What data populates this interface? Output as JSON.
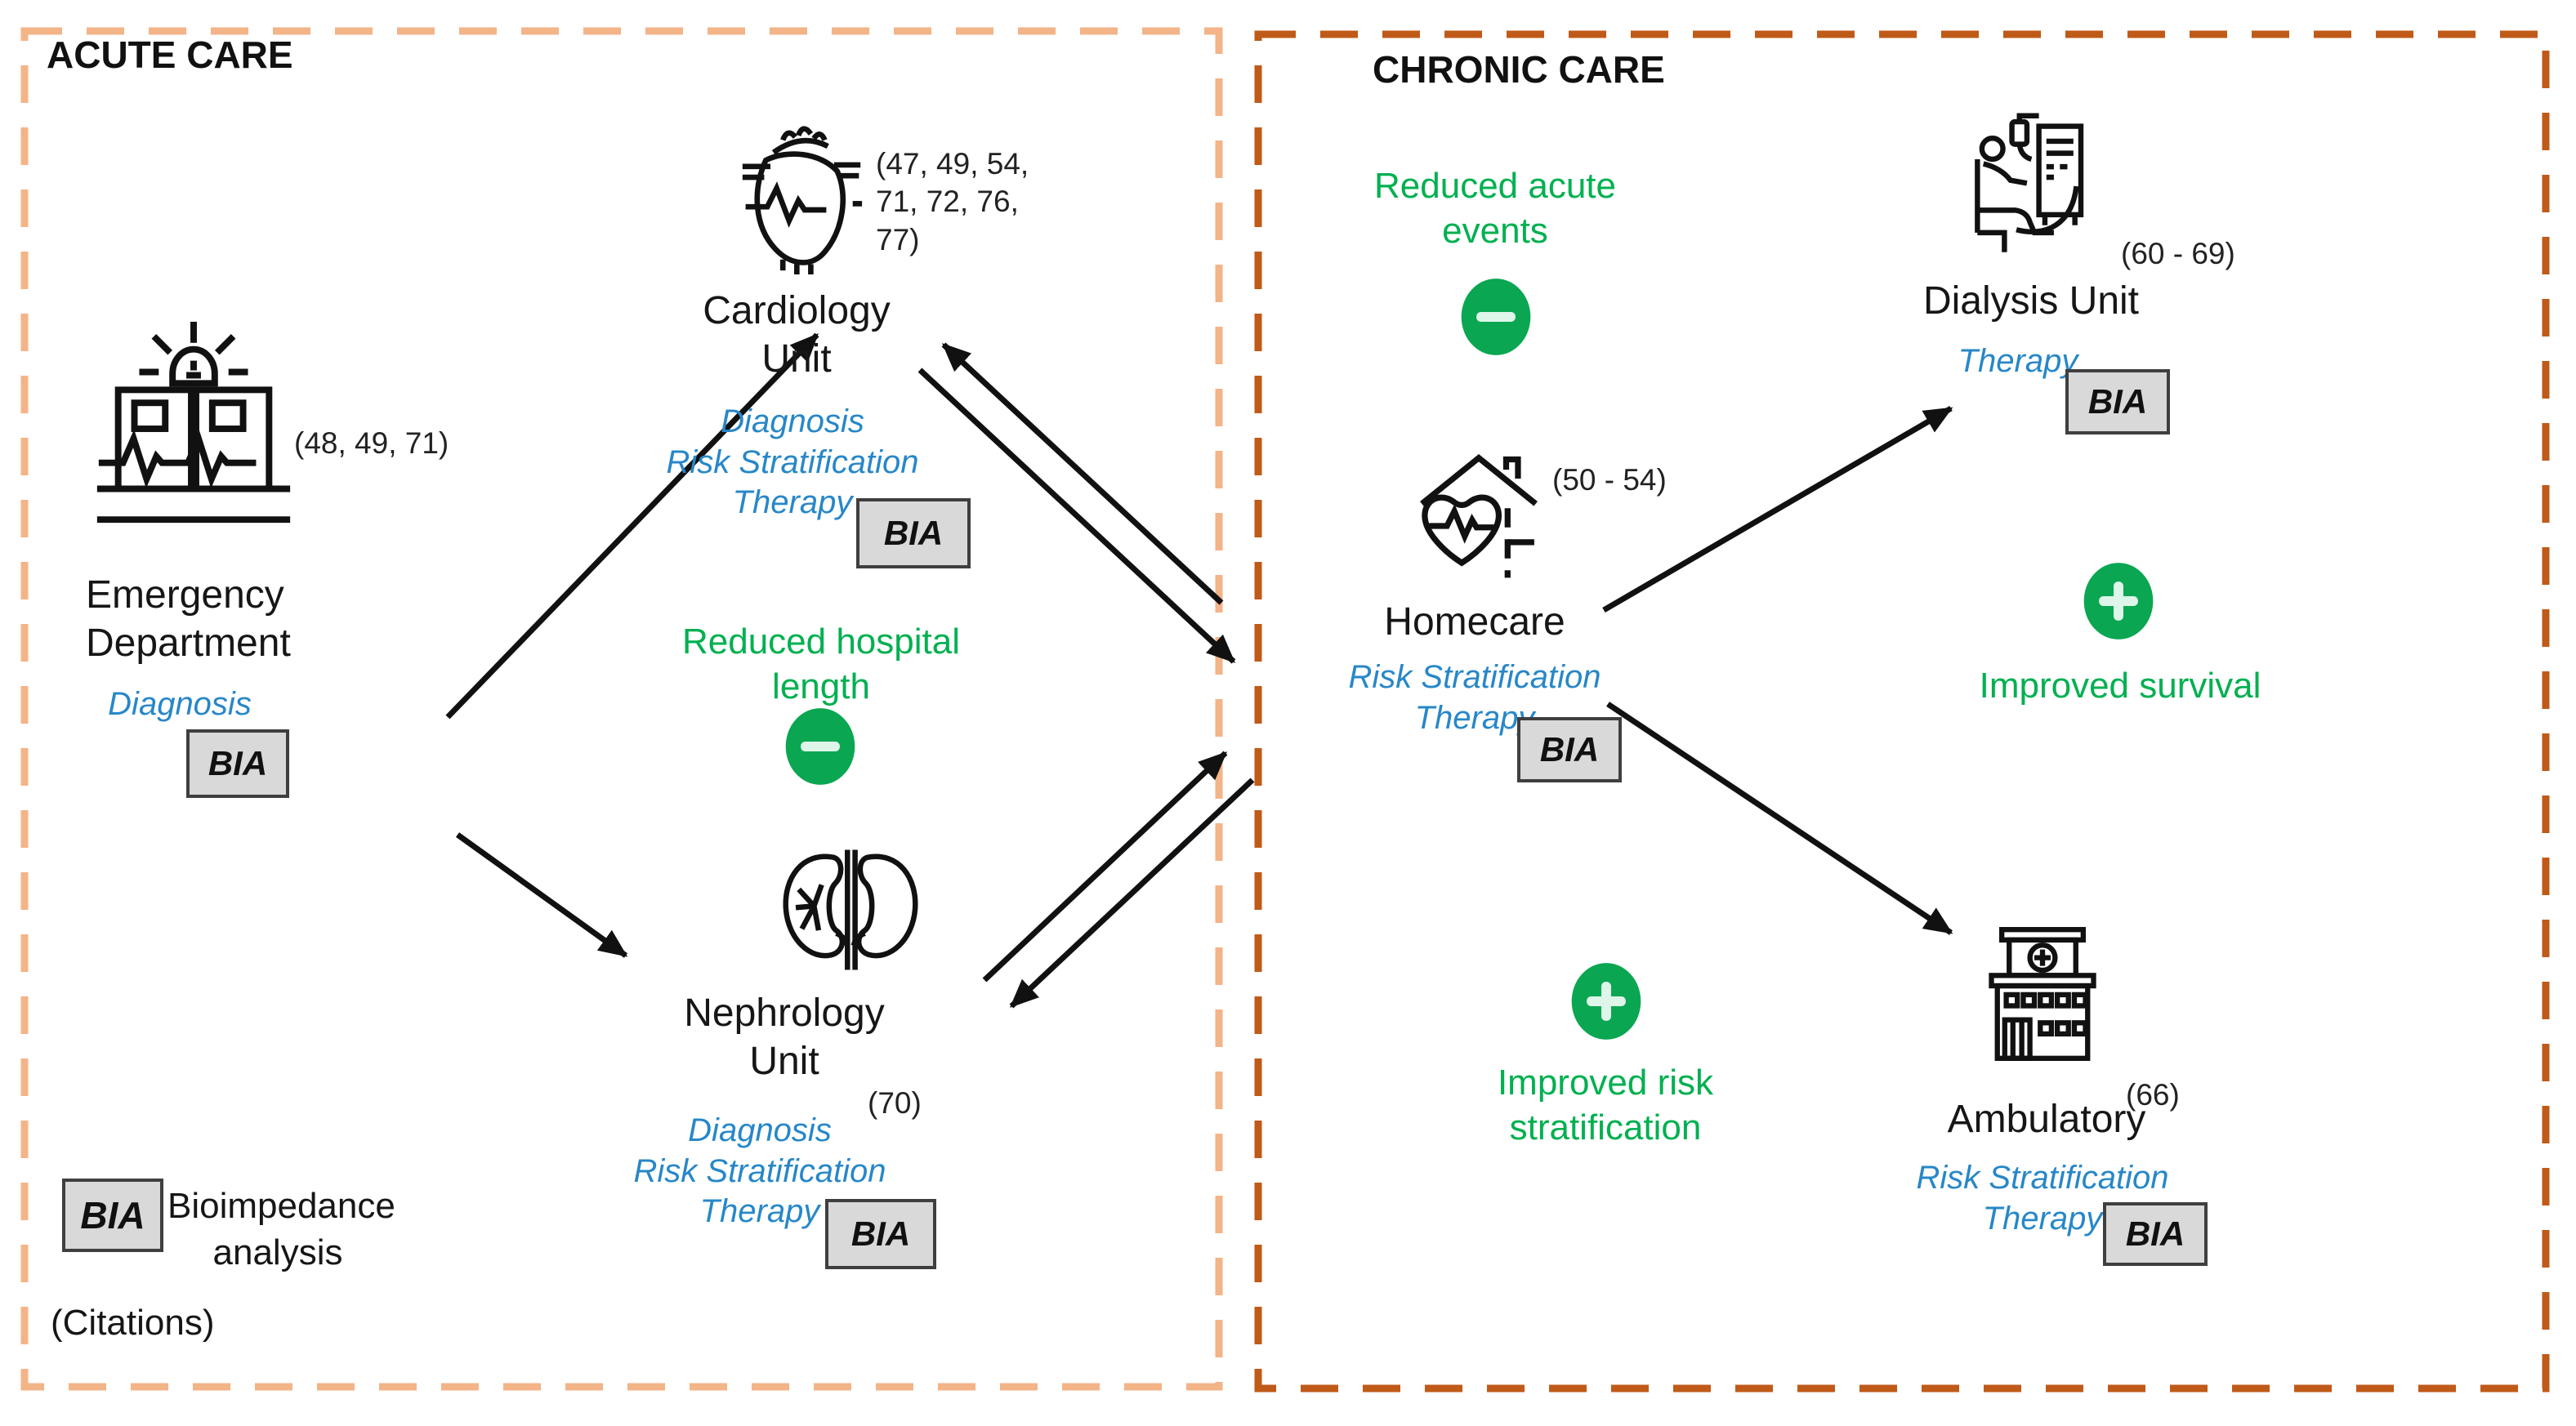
{
  "regions": {
    "acute": {
      "title": "ACUTE CARE"
    },
    "chronic": {
      "title": "CHRONIC CARE"
    }
  },
  "nodes": {
    "emergency": {
      "icon": "emergency-department-icon",
      "citation": "(48, 49, 71)",
      "name_lines": [
        "Emergency",
        "Department"
      ],
      "services": [
        "Diagnosis"
      ],
      "bia": "BIA"
    },
    "cardiology": {
      "icon": "heart-cardiology-icon",
      "citation_lines": [
        "(47, 49, 54,",
        "71, 72, 76,",
        "77)"
      ],
      "name_lines": [
        "Cardiology",
        "Unit"
      ],
      "services": [
        "Diagnosis",
        "Risk Stratification",
        "Therapy"
      ],
      "bia": "BIA"
    },
    "nephrology": {
      "icon": "kidney-nephrology-icon",
      "citation": "(70)",
      "name_lines": [
        "Nephrology",
        "Unit"
      ],
      "services": [
        "Diagnosis",
        "Risk Stratification",
        "Therapy"
      ],
      "bia": "BIA"
    },
    "homecare": {
      "icon": "homecare-house-heart-icon",
      "citation": "(50 - 54)",
      "name_lines": [
        "Homecare"
      ],
      "services": [
        "Risk Stratification",
        "Therapy"
      ],
      "bia": "BIA"
    },
    "dialysis": {
      "icon": "dialysis-patient-machine-icon",
      "citation": "(60 - 69)",
      "name_lines": [
        "Dialysis Unit"
      ],
      "services": [
        "Therapy"
      ],
      "bia": "BIA"
    },
    "ambulatory": {
      "icon": "ambulatory-clinic-building-icon",
      "citation": "(66)",
      "name_lines": [
        "Ambulatory"
      ],
      "services": [
        "Risk Stratification",
        "Therapy"
      ],
      "bia": "BIA"
    }
  },
  "outcomes": {
    "reduced_hospital_length": {
      "sign": "minus",
      "lines": [
        "Reduced hospital length"
      ]
    },
    "reduced_acute_events": {
      "sign": "minus",
      "lines": [
        "Reduced acute",
        "events"
      ]
    },
    "improved_survival": {
      "sign": "plus",
      "lines": [
        "Improved survival"
      ]
    },
    "improved_risk_stratification": {
      "sign": "plus",
      "lines": [
        "Improved risk",
        "stratification"
      ]
    }
  },
  "legend": {
    "bia": "BIA",
    "label_lines": [
      "Bioimpedance",
      "analysis"
    ],
    "citations_note": "(Citations)"
  },
  "colors": {
    "acute_border": "#f3b488",
    "chronic_border": "#c05a18",
    "green_text": "#00b050",
    "green_circle": "#0aa652",
    "blue_service": "#2787c8",
    "bia_fill": "#d9d9d9",
    "bia_border": "#3f3f3f",
    "arrow": "#111111"
  }
}
